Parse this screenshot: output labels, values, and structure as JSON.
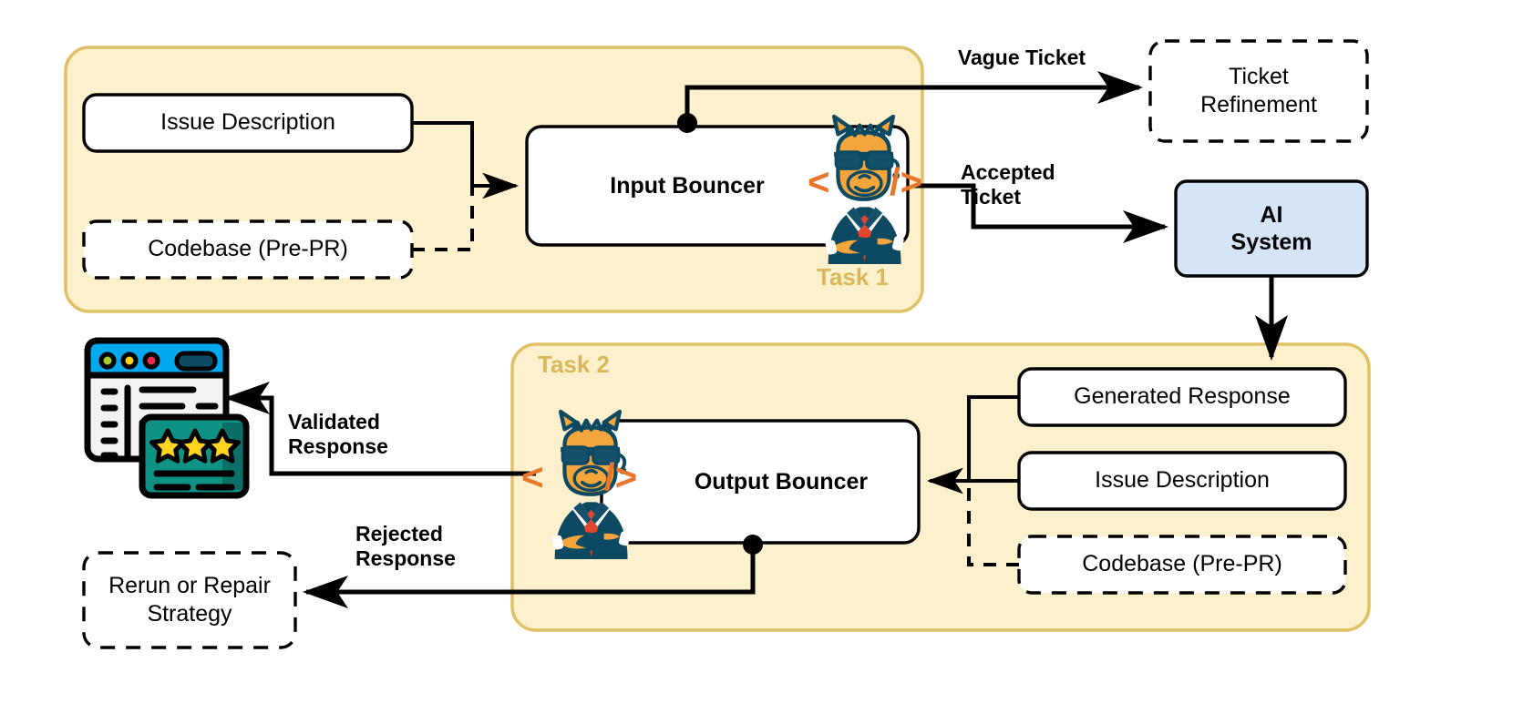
{
  "diagram": {
    "title": "Bouncer Task Pipeline",
    "palette": {
      "group_fill": "#fdf0cc",
      "group_stroke": "#e0c067",
      "group_tag_color": "#d9b85c",
      "node_fill": "#ffffff",
      "node_stroke": "#000000",
      "ai_system_fill": "#d6e4f7",
      "bracket_orange": "#e8762c",
      "mascot_suit": "#0d4a62",
      "mascot_body": "#f4a63c",
      "badge_teal": "#0f9183",
      "star_yellow": "#ffd41f",
      "window_blue": "#00a8ef"
    },
    "groups": [
      {
        "id": "task1",
        "tag": "Task 1"
      },
      {
        "id": "task2",
        "tag": "Task 2"
      }
    ],
    "nodes": [
      {
        "id": "issue-description-1",
        "label": "Issue Description",
        "style": "solid",
        "fill": "white",
        "bold": false
      },
      {
        "id": "codebase-pre-pr-1",
        "label": "Codebase (Pre-PR)",
        "style": "dashed",
        "fill": "white",
        "bold": false
      },
      {
        "id": "input-bouncer",
        "label": "Input Bouncer",
        "style": "solid",
        "fill": "white",
        "bold": true
      },
      {
        "id": "ticket-refinement",
        "label": "Ticket\nRefinement",
        "line1": "Ticket",
        "line2": "Refinement",
        "style": "dashed",
        "fill": "none",
        "bold": false
      },
      {
        "id": "ai-system",
        "line1": "AI",
        "line2": "System",
        "label": "AI System",
        "style": "solid",
        "fill": "blue",
        "bold": true
      },
      {
        "id": "generated-response",
        "label": "Generated Response",
        "style": "solid",
        "fill": "white",
        "bold": false
      },
      {
        "id": "issue-description-2",
        "label": "Issue Description",
        "style": "solid",
        "fill": "white",
        "bold": false
      },
      {
        "id": "codebase-pre-pr-2",
        "label": "Codebase (Pre-PR)",
        "style": "dashed",
        "fill": "white",
        "bold": false
      },
      {
        "id": "output-bouncer",
        "label": "Output Bouncer",
        "style": "solid",
        "fill": "white",
        "bold": true
      },
      {
        "id": "rerun-repair-strategy",
        "line1": "Rerun or Repair",
        "line2": "Strategy",
        "label": "Rerun or Repair Strategy",
        "style": "dashed",
        "fill": "none",
        "bold": false
      }
    ],
    "edge_labels": [
      {
        "id": "vague-ticket",
        "text": "Vague Ticket",
        "lines": [
          "Vague Ticket"
        ]
      },
      {
        "id": "accepted-ticket",
        "lines": [
          "Accepted",
          "Ticket"
        ]
      },
      {
        "id": "validated-response",
        "lines": [
          "Validated",
          "Response"
        ]
      },
      {
        "id": "rejected-response",
        "lines": [
          "Rejected",
          "Response"
        ]
      }
    ],
    "icons": [
      {
        "id": "input-bouncer-mascot",
        "name": "llama-bouncer-mascot"
      },
      {
        "id": "output-bouncer-mascot",
        "name": "llama-bouncer-mascot"
      },
      {
        "id": "validated-report-icon",
        "name": "report-with-stars-icon",
        "stars": 3
      }
    ],
    "brackets": {
      "left": "<",
      "right": "/>"
    }
  }
}
